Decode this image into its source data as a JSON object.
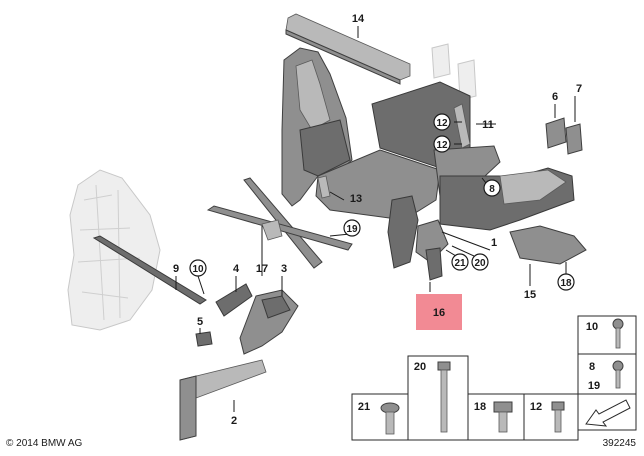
{
  "callouts": {
    "p1": "1",
    "p2": "2",
    "p3": "3",
    "p4": "4",
    "p5": "5",
    "p6": "6",
    "p7": "7",
    "p8": "8",
    "p9": "9",
    "p10": "10",
    "p11": "11",
    "p12a": "12",
    "p12b": "12",
    "p13": "13",
    "p14": "14",
    "p15": "15",
    "p16": "16",
    "p17": "17",
    "p18": "18",
    "p19": "19",
    "p20": "20",
    "p21": "21"
  },
  "legend": {
    "b10": "10",
    "b8": "8",
    "b19": "19",
    "b20": "20",
    "b21": "21",
    "b18": "18",
    "b12": "12"
  },
  "footer": {
    "copyright": "© 2014 BMW AG",
    "diagram_number": "392245"
  },
  "colors": {
    "highlight": "#f28a94"
  }
}
